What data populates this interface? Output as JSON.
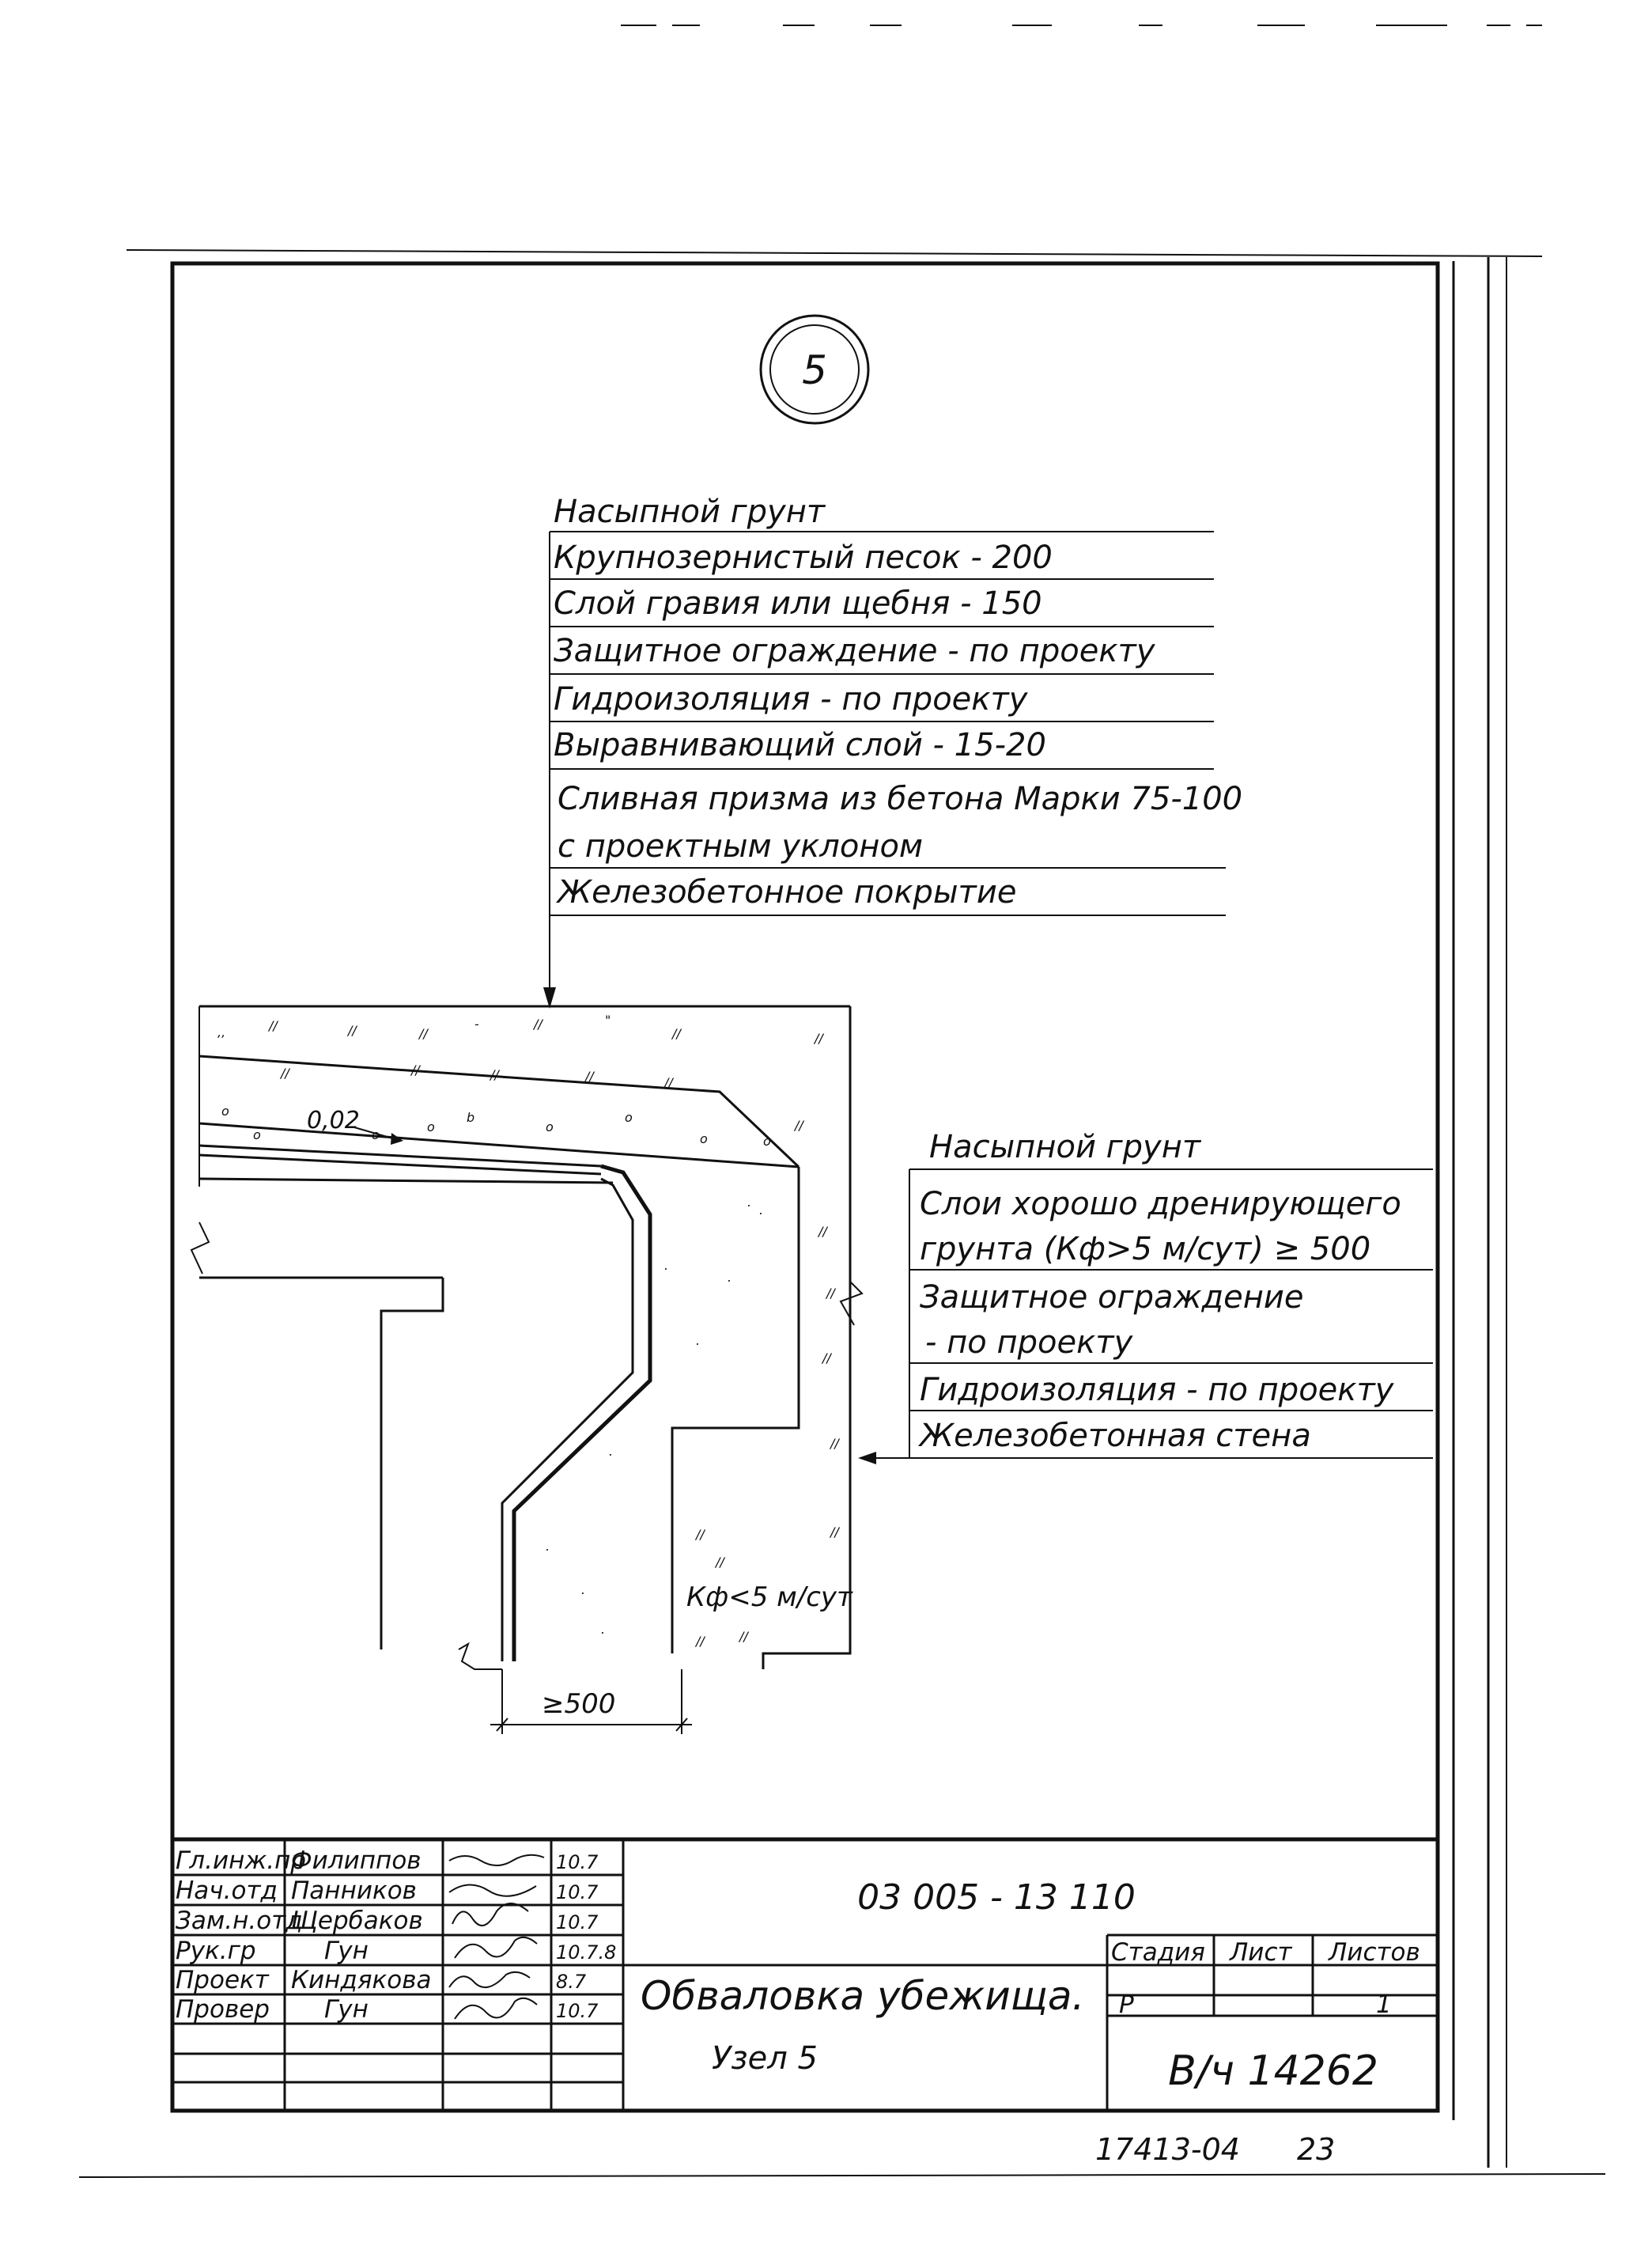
{
  "node_mark": {
    "number": "5"
  },
  "top_stack": {
    "heading": "Насыпной грунт",
    "layers": [
      "Крупнозернистый песок - 200",
      "Слой гравия или щебня - 150",
      "Защитное ограждение - по проекту",
      "Гидроизоляция - по проекту",
      "Выравнивающий слой - 15-20",
      "Сливная призма из бетона Марки 75-100",
      "с проектным уклоном",
      "Железобетонное покрытие"
    ]
  },
  "side_stack": {
    "heading": "Насыпной грунт",
    "layers": [
      "Слои хорошо дренирующего",
      "грунта (Кф>5 м/сут) ≥ 500",
      "Защитное ограждение",
      "- по проекту",
      "Гидроизоляция - по проекту",
      "Железобетонная стена"
    ]
  },
  "drawing": {
    "slope_label": "0,02",
    "soil_label": "Кф<5 м/сут",
    "dimension_label": "≥500"
  },
  "title_block": {
    "roles": [
      {
        "role": "Гл.инж.пр",
        "name": "Филиппов",
        "date": "10.7"
      },
      {
        "role": "Нач.отд",
        "name": "Панников",
        "date": "10.7"
      },
      {
        "role": "Зам.н.отд",
        "name": "Щербаков",
        "date": "10.7"
      },
      {
        "role": "Рук.гр",
        "name": "Гун",
        "date": "10.7.8"
      },
      {
        "role": "Проект",
        "name": "Киндякова",
        "date": "8.7"
      },
      {
        "role": "Провер",
        "name": "Гун",
        "date": "10.7"
      }
    ],
    "document_code": "03 005 - 13 110",
    "title": "Обваловка убежища.",
    "subtitle": "Узел 5",
    "stage_header": "Стадия",
    "sheet_header": "Лист",
    "sheets_header": "Листов",
    "stage_value": "Р",
    "sheet_value": "",
    "sheets_value": "1",
    "organization": "В/ч 14262"
  },
  "footer": {
    "archive_number": "17413-04",
    "page": "23"
  }
}
